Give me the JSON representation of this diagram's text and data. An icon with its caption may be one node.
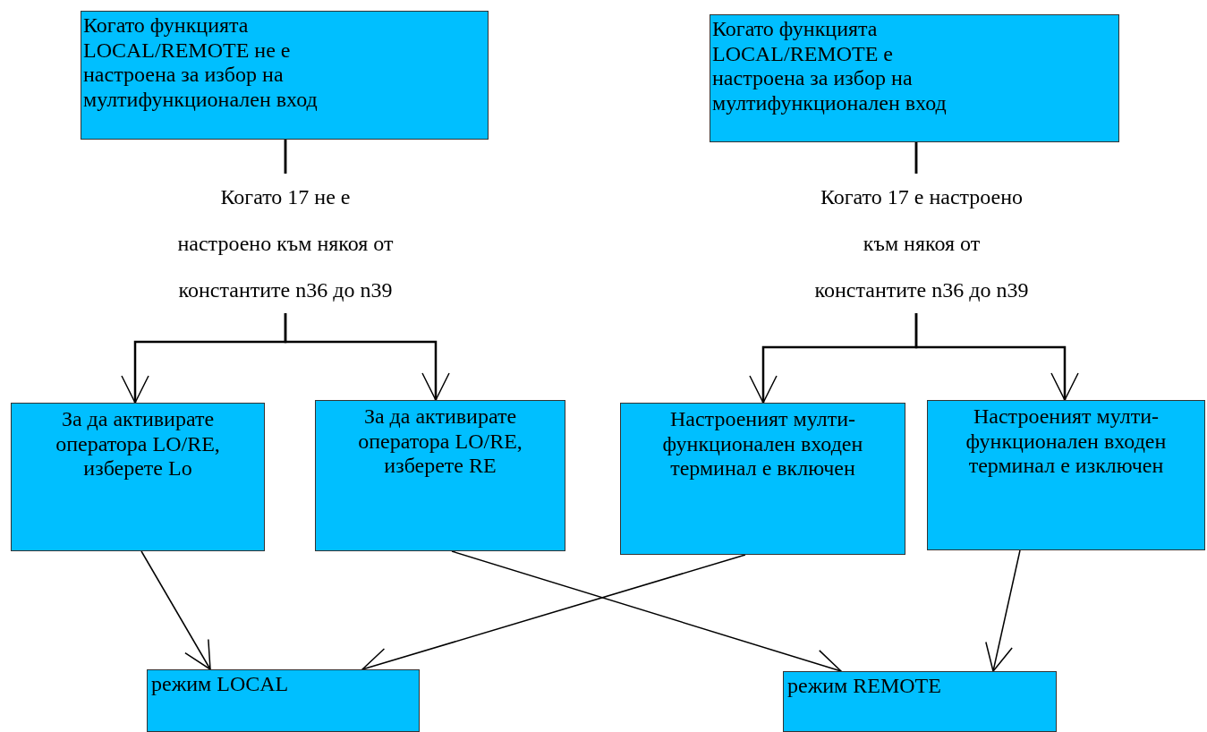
{
  "diagram": {
    "nodes": [
      {
        "text": [
          "Когато функцията LOCAL/REMOTE не е настроена за избор на мултифункционален вход"
        ]
      },
      {
        "text": [
          "Когато функцията LOCAL/REMOTE е настроена за избор на мултифункционален вход"
        ]
      },
      {
        "text": [
          "За да активирате оператора LO/RE, изберете Lo"
        ]
      },
      {
        "text": [
          "За да активирате оператора LO/RE, изберете RE"
        ]
      },
      {
        "text": [
          "Настроеният мулти-функционален входен терминал е включен"
        ]
      },
      {
        "text": [
          "Настроеният мулти-функционален входен терминал е изключен"
        ]
      },
      {
        "text": [
          "режим LOCAL"
        ]
      },
      {
        "text": [
          "режим REMOTE"
        ]
      }
    ],
    "edges": [
      {
        "from": 0,
        "to": 2,
        "arrow": "to",
        "label": "Когато 17 не е настроено към някоя от константите n36 до n39"
      },
      {
        "from": 0,
        "to": 3,
        "arrow": "to"
      },
      {
        "from": 1,
        "to": 4,
        "arrow": "to",
        "label": "Когато 17 е настроено към някоя от константите n36 до n39"
      },
      {
        "from": 1,
        "to": 5,
        "arrow": "to"
      },
      {
        "from": 2,
        "to": 6,
        "arrow": "to"
      },
      {
        "from": 3,
        "to": 7,
        "arrow": "to"
      },
      {
        "from": 4,
        "to": 6,
        "arrow": "to"
      },
      {
        "from": 5,
        "to": 7,
        "arrow": "to"
      }
    ]
  }
}
